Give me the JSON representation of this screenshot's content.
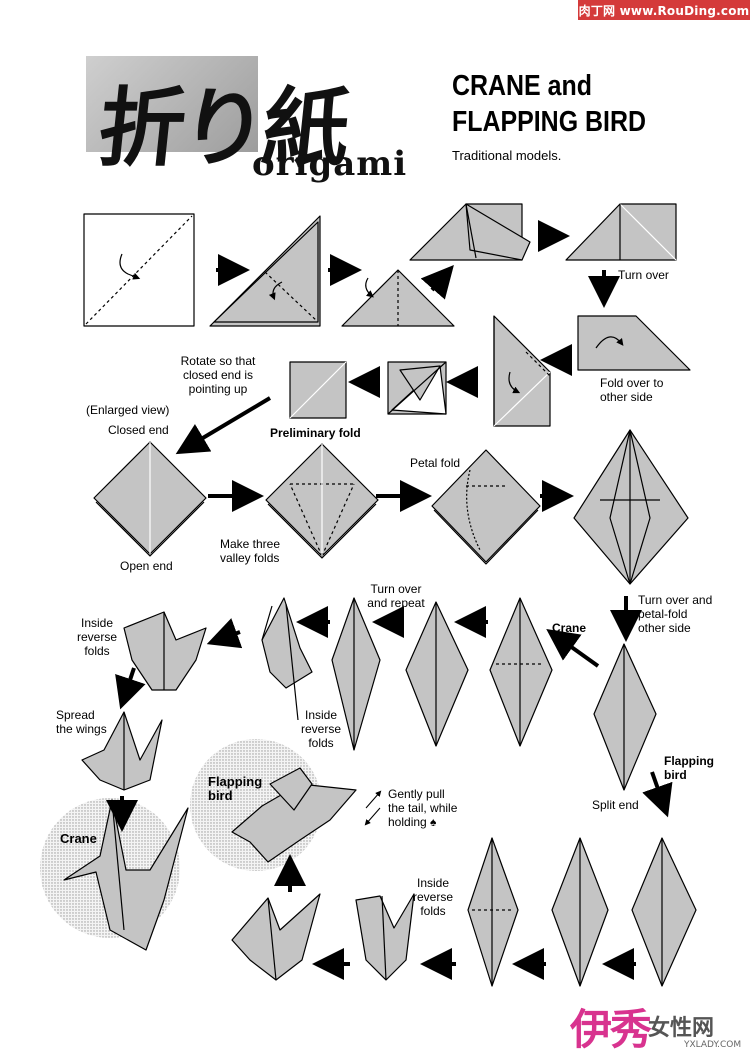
{
  "watermark_top": "肉丁网 www.RouDing.com",
  "logo": {
    "cjk": "折り紙",
    "latin": "origami"
  },
  "title_line1": "CRANE and",
  "title_line2": "FLAPPING BIRD",
  "subtitle": "Traditional models.",
  "labels": {
    "turn_over": "Turn over",
    "fold_over": "Fold over to\nother side",
    "rotate": "Rotate so that\nclosed end is\npointing up",
    "enlarged": "(Enlarged view)",
    "closed_end": "Closed end",
    "preliminary_fold": "Preliminary fold",
    "petal_fold": "Petal fold",
    "open_end": "Open end",
    "make_three": "Make three\nvalley folds",
    "turn_over_petal": "Turn over and\npetal-fold\nother side",
    "turn_over_repeat": "Turn over\nand repeat",
    "crane_branch": "Crane",
    "inside_reverse_folds_1": "Inside\nreverse\nfolds",
    "inside_reverse_folds_2": "Inside\nreverse\nfolds",
    "inside_reverse_folds_3": "Inside\nreverse\nfolds",
    "spread_wings": "Spread\nthe wings",
    "flapping_bird_branch": "Flapping\nbird",
    "split_end": "Split end",
    "gently_pull": "Gently pull\nthe tail, while\nholding ♠",
    "crane_final": "Crane",
    "flapping_bird_final": "Flapping\nbird"
  },
  "watermark_bottom": {
    "brand": "伊秀",
    "suffix": "女性网",
    "url": "YXLADY.COM"
  },
  "colors": {
    "paper_fill": "#c4c4c4",
    "outline": "#000000",
    "watermark_red": "#d43a3a",
    "watermark_pink": "#d8338f"
  }
}
